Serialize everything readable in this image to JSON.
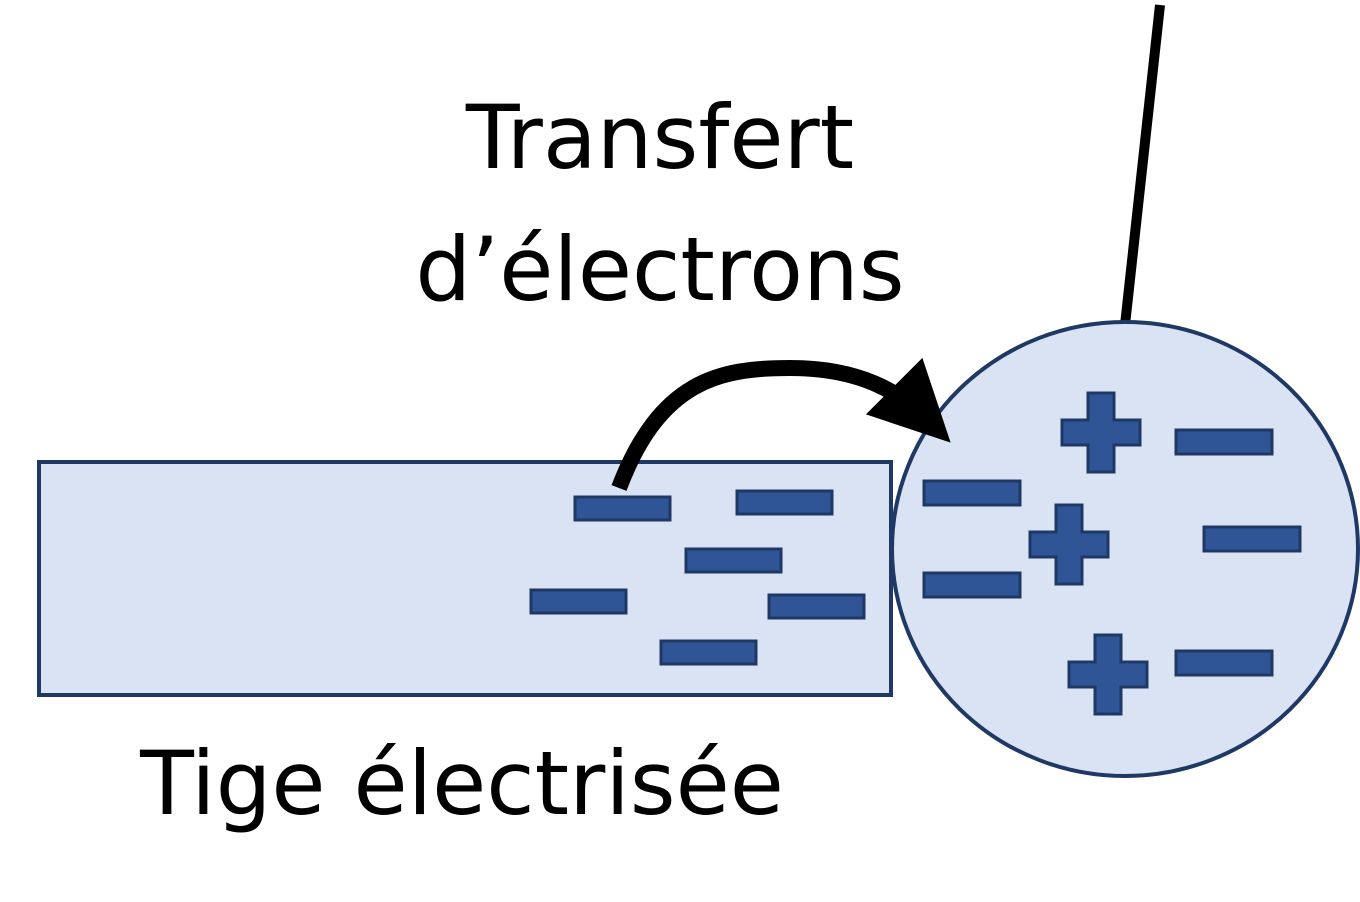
{
  "labels": {
    "transfer_line1": "Transfert",
    "transfer_line2": "d’électrons",
    "rod": "Tige électrisée"
  },
  "colors": {
    "fill": "#dae3f3",
    "stroke": "#203864",
    "charge": "#2f5597",
    "arrow": "#000000",
    "thread": "#000000"
  },
  "rod_charges": {
    "negative": 6
  },
  "sphere_charges": {
    "positive": 3,
    "negative": 5
  }
}
